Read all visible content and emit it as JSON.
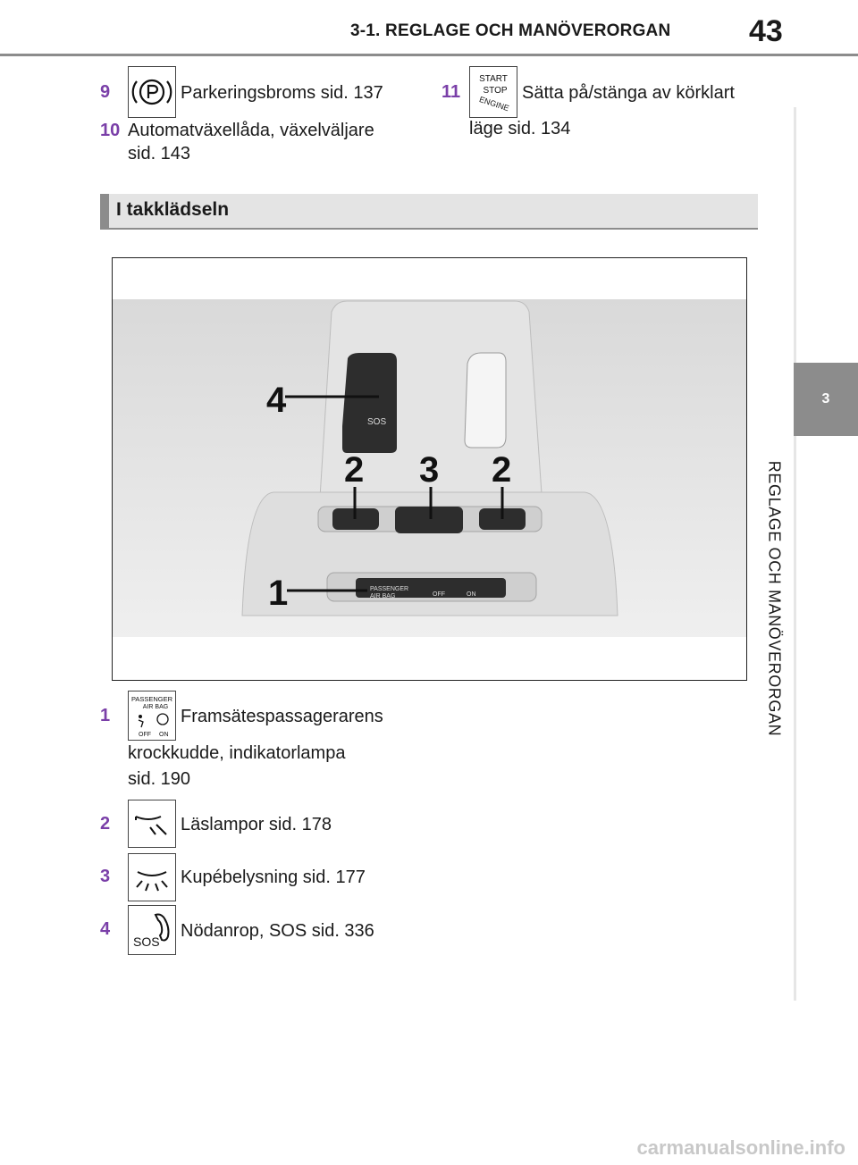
{
  "header": {
    "section_title": "3-1. REGLAGE OCH MANÖVERORGAN",
    "page_number": "43"
  },
  "side_tab": {
    "chapter_number": "3",
    "chapter_label": "REGLAGE OCH MANÖVERORGAN"
  },
  "top_items": [
    {
      "number": "9",
      "text": "Parkeringsbroms sid. 137",
      "icon": "parking-brake-icon"
    },
    {
      "number": "10",
      "line1": "Automatväxellåda, växelväljare",
      "line2": "sid. 143"
    },
    {
      "number": "11",
      "line1": "Sätta på/stänga av körklart",
      "line2": "läge sid. 134",
      "icon": "start-stop-engine-icon",
      "icon_text": [
        "START",
        "STOP",
        "ENGINE"
      ]
    }
  ],
  "section": {
    "title": "I takklädseln"
  },
  "figure": {
    "callouts": [
      "1",
      "2",
      "3",
      "2",
      "4"
    ],
    "sos_label": "SOS",
    "panel_text_1": "PASSENGER",
    "panel_text_2": "AIR BAG",
    "panel_off": "OFF",
    "panel_on": "ON"
  },
  "bottom_items": [
    {
      "number": "1",
      "line1": "Framsätespassagerarens",
      "line2": "krockkudde, indikatorlampa",
      "line3": "sid. 190",
      "icon": "passenger-airbag-icon",
      "icon_text": [
        "PASSENGER",
        "AIR BAG",
        "OFF",
        "ON"
      ]
    },
    {
      "number": "2",
      "text": "Läslampor sid. 178",
      "icon": "reading-lamp-icon"
    },
    {
      "number": "3",
      "text": "Kupébelysning sid. 177",
      "icon": "interior-light-icon"
    },
    {
      "number": "4",
      "text": "Nödanrop, SOS sid. 336",
      "icon": "sos-call-icon",
      "icon_text": [
        "SOS"
      ]
    }
  ],
  "footer": {
    "watermark": "carmanualsonline.info"
  },
  "colors": {
    "accent_number": "#7a3fa8",
    "tab_gray": "#8c8c8c",
    "section_bg": "#e4e4e4"
  }
}
